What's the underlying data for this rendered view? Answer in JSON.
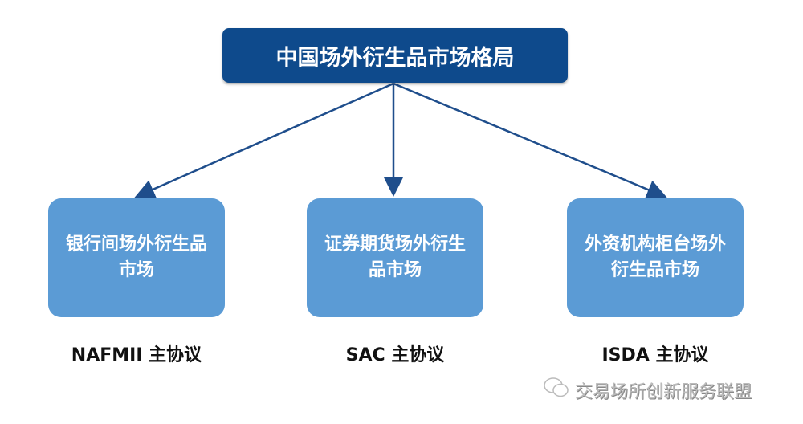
{
  "root": {
    "label": "中国场外衍生品市场格局"
  },
  "children": [
    {
      "label": "银行间场外衍生品市场",
      "agreement": "NAFMII 主协议"
    },
    {
      "label": "证券期货场外衍生品市场",
      "agreement": "SAC 主协议"
    },
    {
      "label": "外资机构柜台场外衍生品市场",
      "agreement": "ISDA 主协议"
    }
  ],
  "watermark": {
    "text": "交易场所创新服务联盟",
    "icon": "wechat-icon"
  },
  "colors": {
    "root": "#0e4a8c",
    "child": "#5b9bd5",
    "arrow": "#1f4e8c"
  }
}
